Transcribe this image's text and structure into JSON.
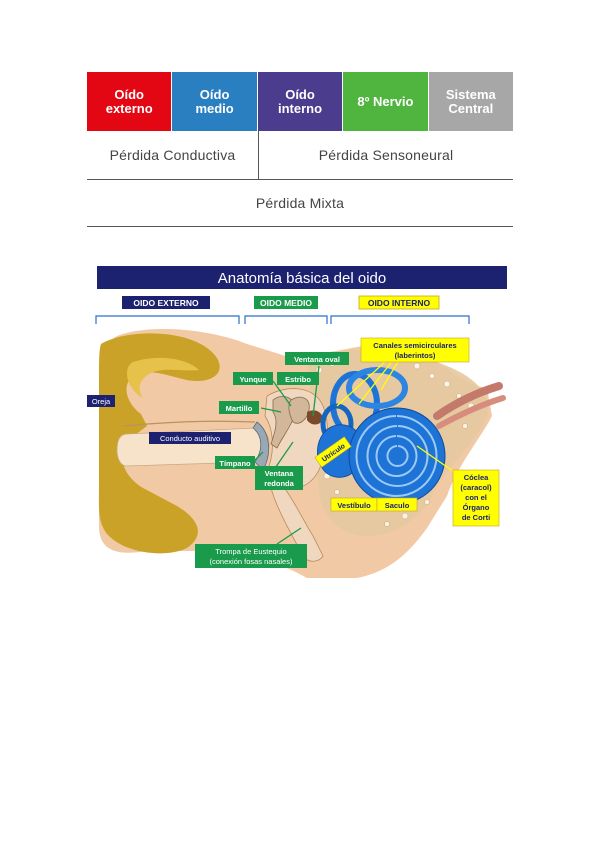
{
  "hearing_table": {
    "segments": [
      {
        "label": "Oído\nexterno",
        "color": "#e30613"
      },
      {
        "label": "Oído\nmedio",
        "color": "#2a7fc1"
      },
      {
        "label": "Oído\ninterno",
        "color": "#4b3c8e"
      },
      {
        "label": "8º Nervio",
        "color": "#4fb53f"
      },
      {
        "label": "Sistema\nCentral",
        "color": "#a7a7a7"
      }
    ],
    "conductive_loss": "Pérdida Conductiva",
    "sensorineural_loss": "Pérdida Sensoneural",
    "mixed_loss": "Pérdida Mixta"
  },
  "anatomy": {
    "title": "Anatomía básica del oido",
    "sections": {
      "outer": "OIDO EXTERNO",
      "middle": "OIDO MEDIO",
      "inner": "OIDO INTERNO"
    },
    "labels": {
      "oreja": "Oreja",
      "conducto": "Conducto auditivo",
      "timpano": "Tímpano",
      "martillo": "Martillo",
      "yunque": "Yunque",
      "estribo": "Estribo",
      "ventana_oval": "Ventana oval",
      "ventana_redonda_1": "Ventana",
      "ventana_redonda_2": "redonda",
      "canales_1": "Canales semicirculares",
      "canales_2": "(laberintos)",
      "utriculo": "Utrículo",
      "vestibulo": "Vestíbulo",
      "saculo": "Saculo",
      "coclea_1": "Cóclea",
      "coclea_2": "(caracol)",
      "coclea_3": "con el",
      "coclea_4": "Órgano",
      "coclea_5": "de Corti",
      "trompa_1": "Trompa de Eustequio",
      "trompa_2": "(conexión fosas nasales)"
    },
    "colors": {
      "title_bg": "#1c2170",
      "green": "#1a9b4b",
      "yellow": "#ffff00",
      "navy": "#1c2170",
      "skin": "#f1c9a5",
      "cartilage": "#c9a227",
      "cochlea": "#1e73d6"
    }
  }
}
